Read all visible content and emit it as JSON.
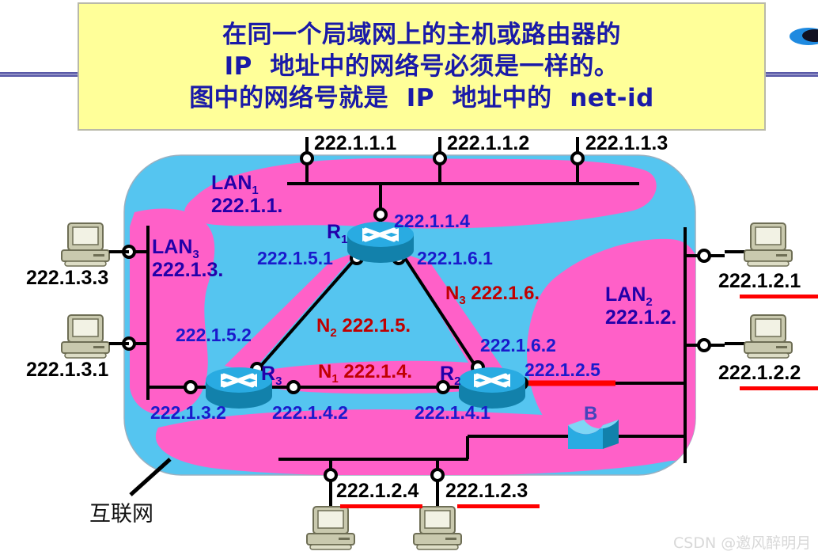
{
  "page": {
    "title": "IP address network-id illustration",
    "watermark": "CSDN @邀风醉明月"
  },
  "callout": {
    "line1": "在同一个局域网上的主机或路由器的",
    "line2": "IP  地址中的网络号必须是一样的。",
    "line3": "图中的网络号就是  IP  地址中的  net-id"
  },
  "cloud": {
    "label": "互联网",
    "colors": {
      "blue": "#55C5F0",
      "pink": "#FF60C8"
    }
  },
  "lans": [
    {
      "name": "LAN",
      "sub": "1",
      "net": "222.1.1."
    },
    {
      "name": "LAN",
      "sub": "2",
      "net": "222.1.2."
    },
    {
      "name": "LAN",
      "sub": "3",
      "net": "222.1.3."
    }
  ],
  "wan_links": [
    {
      "name": "N",
      "sub": "1",
      "net": "222.1.4."
    },
    {
      "name": "N",
      "sub": "2",
      "net": "222.1.5."
    },
    {
      "name": "N",
      "sub": "3",
      "net": "222.1.6."
    }
  ],
  "routers": [
    {
      "name": "R",
      "sub": "1"
    },
    {
      "name": "R",
      "sub": "2"
    },
    {
      "name": "R",
      "sub": "3"
    }
  ],
  "bridge": {
    "label": "B"
  },
  "host_addresses": [
    {
      "value": "222.1.1.1",
      "underline": false
    },
    {
      "value": "222.1.1.2",
      "underline": false
    },
    {
      "value": "222.1.1.3",
      "underline": false
    },
    {
      "value": "222.1.3.3",
      "underline": false
    },
    {
      "value": "222.1.3.1",
      "underline": false
    },
    {
      "value": "222.1.2.1",
      "underline": true
    },
    {
      "value": "222.1.2.2",
      "underline": true
    },
    {
      "value": "222.1.2.4",
      "underline": true
    },
    {
      "value": "222.1.2.3",
      "underline": true
    }
  ],
  "interface_addresses": [
    {
      "value": "222.1.1.4"
    },
    {
      "value": "222.1.5.1"
    },
    {
      "value": "222.1.6.1"
    },
    {
      "value": "222.1.5.2"
    },
    {
      "value": "222.1.6.2"
    },
    {
      "value": "222.1.3.2"
    },
    {
      "value": "222.1.4.2"
    },
    {
      "value": "222.1.4.1"
    },
    {
      "value": "222.1.2.5"
    }
  ],
  "colors": {
    "callout_bg": "#FFFF99",
    "title_text": "#1A1AA8",
    "ip_blue": "#1A1ACC",
    "net_red": "#C00000",
    "lan_label": "#2200AA",
    "rule": "#5A5AA8"
  }
}
